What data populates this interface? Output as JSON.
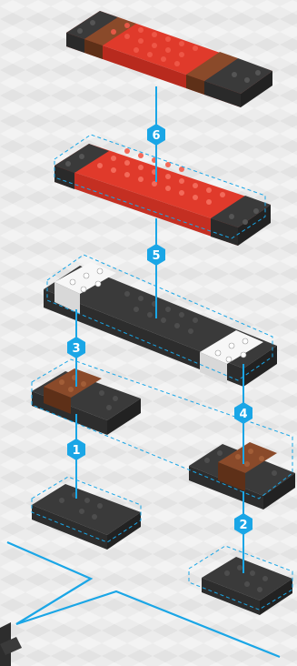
{
  "steps": [
    {
      "label": "1"
    },
    {
      "label": "2"
    },
    {
      "label": "3"
    },
    {
      "label": "4"
    },
    {
      "label": "5"
    },
    {
      "label": "6"
    }
  ],
  "colors": {
    "background": "#ececec",
    "guide_line": "#1aa6e6",
    "brick_black": "#3a3a3a",
    "brick_black_dark": "#222222",
    "brick_black_side": "#2d2d2d",
    "brick_red": "#e03a2b",
    "brick_red_dark": "#b82a1e",
    "brick_brown": "#8a4a2a",
    "brick_brown_dark": "#5e3018",
    "brick_white": "#f7f7f7",
    "brick_white_dark": "#cfcfcf"
  }
}
